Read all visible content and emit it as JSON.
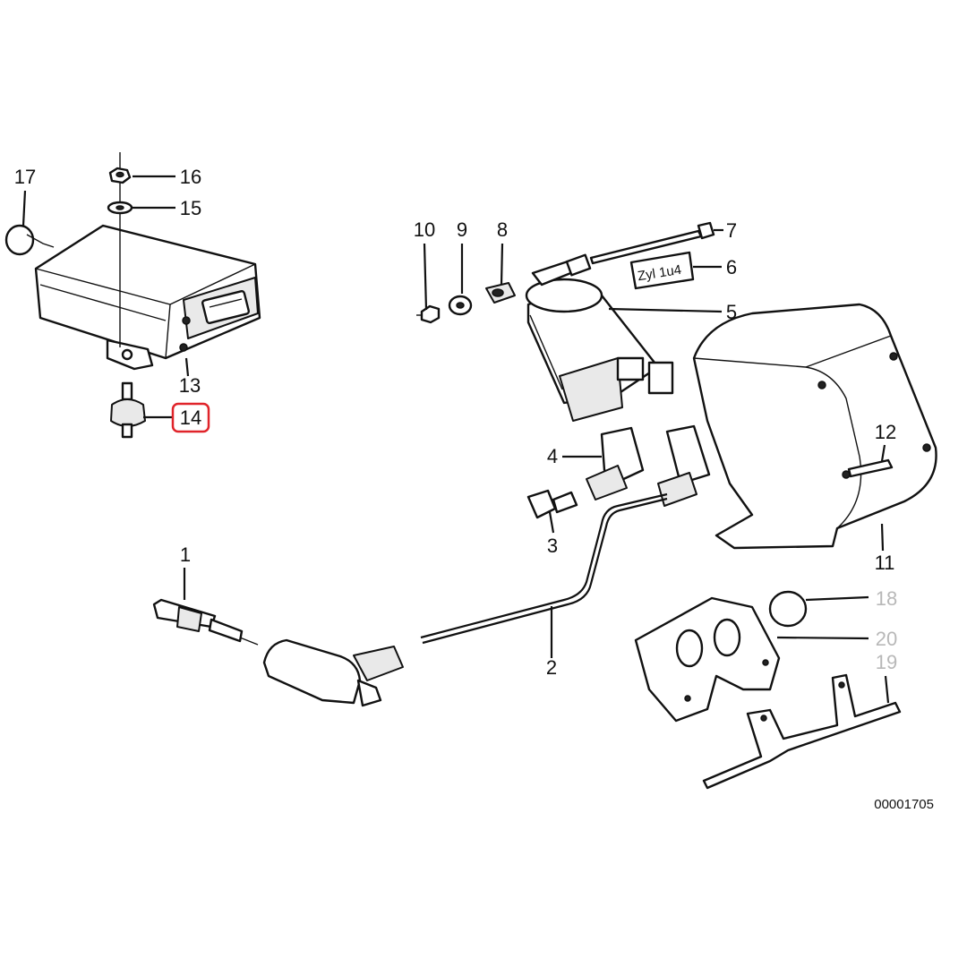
{
  "diagram": {
    "drawing_number": "00001705",
    "highlight_color": "#e0242a",
    "callouts": [
      {
        "id": "1",
        "label": "1"
      },
      {
        "id": "2",
        "label": "2"
      },
      {
        "id": "3",
        "label": "3"
      },
      {
        "id": "4",
        "label": "4"
      },
      {
        "id": "5",
        "label": "5"
      },
      {
        "id": "6",
        "label": "6"
      },
      {
        "id": "7",
        "label": "7"
      },
      {
        "id": "8",
        "label": "8"
      },
      {
        "id": "9",
        "label": "9"
      },
      {
        "id": "10",
        "label": "10"
      },
      {
        "id": "11",
        "label": "11"
      },
      {
        "id": "12",
        "label": "12"
      },
      {
        "id": "13",
        "label": "13"
      },
      {
        "id": "14",
        "label": "14",
        "highlighted": true
      },
      {
        "id": "15",
        "label": "15"
      },
      {
        "id": "16",
        "label": "16"
      },
      {
        "id": "17",
        "label": "17"
      },
      {
        "id": "18",
        "label": "18",
        "faded": true
      },
      {
        "id": "19",
        "label": "19",
        "faded": true
      },
      {
        "id": "20",
        "label": "20",
        "faded": true
      }
    ],
    "coil_tag_text": "Zyl 1u4"
  }
}
